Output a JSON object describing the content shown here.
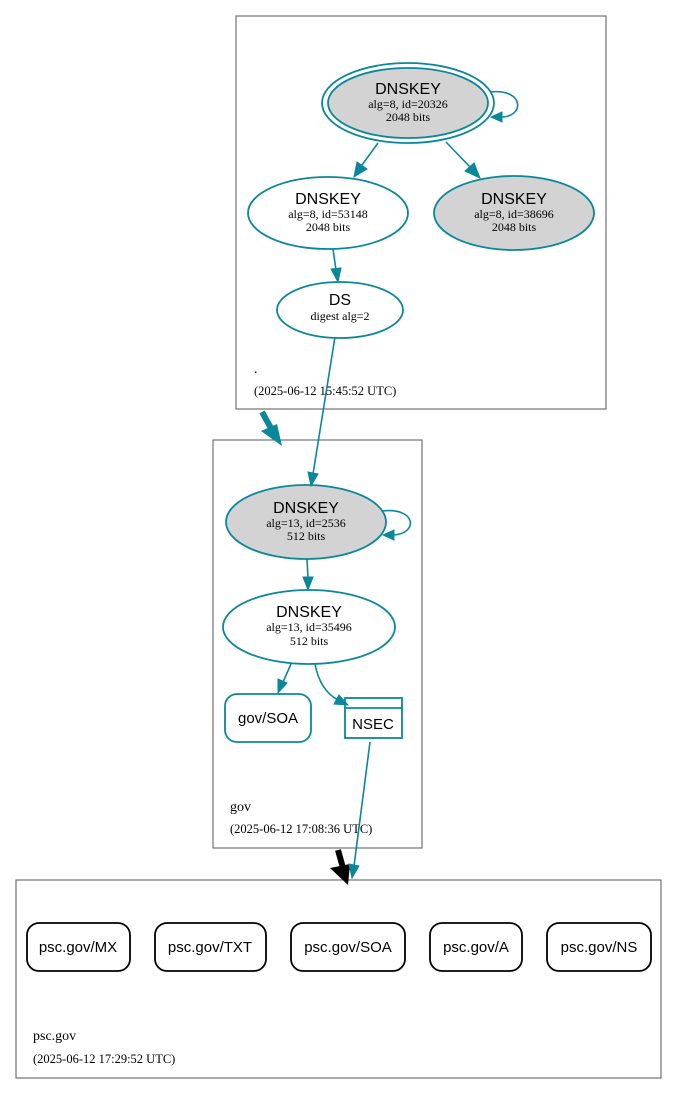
{
  "root_zone": {
    "name": ".",
    "timestamp": "(2025-06-12 15:45:52 UTC)",
    "ksk": {
      "type": "DNSKEY",
      "detail": "alg=8, id=20326",
      "bits": "2048 bits"
    },
    "zsk": {
      "type": "DNSKEY",
      "detail": "alg=8, id=53148",
      "bits": "2048 bits"
    },
    "zsk2": {
      "type": "DNSKEY",
      "detail": "alg=8, id=38696",
      "bits": "2048 bits"
    },
    "ds": {
      "type": "DS",
      "detail": "digest alg=2"
    }
  },
  "gov_zone": {
    "name": "gov",
    "timestamp": "(2025-06-12 17:08:36 UTC)",
    "ksk": {
      "type": "DNSKEY",
      "detail": "alg=13, id=2536",
      "bits": "512 bits"
    },
    "zsk": {
      "type": "DNSKEY",
      "detail": "alg=13, id=35496",
      "bits": "512 bits"
    },
    "soa": "gov/SOA",
    "nsec": "NSEC"
  },
  "psc_zone": {
    "name": "psc.gov",
    "timestamp": "(2025-06-12 17:29:52 UTC)",
    "records": [
      "psc.gov/MX",
      "psc.gov/TXT",
      "psc.gov/SOA",
      "psc.gov/A",
      "psc.gov/NS"
    ]
  },
  "colors": {
    "edge": "#0a879a",
    "node_fill_grey": "#d3d3d3",
    "zone_border": "#555555",
    "delegation_black": "#000000"
  }
}
